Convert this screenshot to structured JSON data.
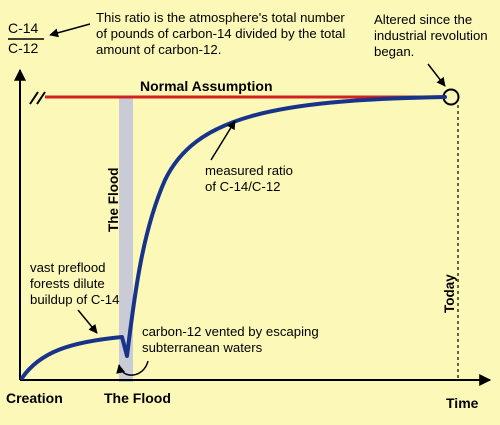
{
  "ratio": {
    "numerator": "C-14",
    "denominator": "C-12"
  },
  "ratio_note": {
    "lines": [
      "This ratio is the atmosphere's total number",
      "of pounds of carbon-14 divided by the total",
      "amount of carbon-12."
    ]
  },
  "altered_note": {
    "lines": [
      "Altered since the",
      "industrial revolution",
      "began."
    ]
  },
  "normal_assumption": "Normal Assumption",
  "flood_vertical": "The Flood",
  "today_vertical": "Today",
  "measured_note": {
    "lines": [
      "measured ratio",
      "of C-14/C-12"
    ]
  },
  "preflood_note": {
    "lines": [
      "vast preflood",
      "forests dilute",
      "buildup of C-14"
    ]
  },
  "vented_note": {
    "lines": [
      "carbon-12 vented by escaping",
      "subterranean waters"
    ]
  },
  "x_labels": {
    "start": "Creation",
    "flood": "The Flood",
    "end": "Time"
  },
  "colors": {
    "background": "#fcf9b8",
    "normal_line": "#d42020",
    "measured_curve": "#17338a",
    "flood_band": "#c9cbd6",
    "axis": "#000000"
  }
}
